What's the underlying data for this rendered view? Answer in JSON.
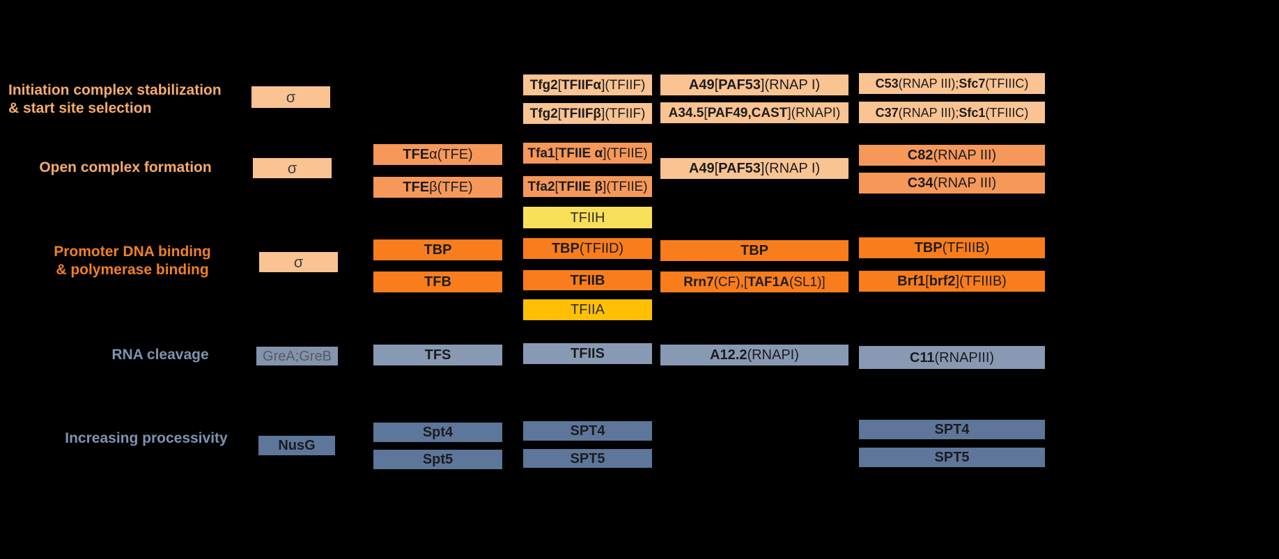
{
  "diagram_title": "",
  "palette": {
    "background": "#000000",
    "peach": "#fac392",
    "medium_orange": "#f6985a",
    "bright_orange": "#f97d1c",
    "yellow": "#fae059",
    "gold": "#ffc003",
    "blue_gray": "#8899b3",
    "dark_blue": "#5d7699",
    "label_orange": "#f6ac6c",
    "label_bright_orange": "#f08122",
    "label_blue": "#7e93b0"
  },
  "row_labels": [
    {
      "lines": [
        "Initiation complex stabilization",
        "& start site selection"
      ],
      "color": "#f6ac6c"
    },
    {
      "lines": [
        "Open complex formation"
      ],
      "color": "#f6ac6c"
    },
    {
      "lines": [
        "Promoter DNA binding",
        "& polymerase binding"
      ],
      "color": "#f08122"
    },
    {
      "lines": [
        "RNA cleavage"
      ],
      "color": "#7e93b0"
    },
    {
      "lines": [
        "Increasing processivity"
      ],
      "color": "#7e93b0"
    }
  ],
  "boxes": [
    {
      "id": "sigma-initiation",
      "segments": [
        [
          "σ",
          0
        ]
      ]
    },
    {
      "id": "tfg2-tfiif-alpha",
      "segments": [
        [
          "Tfg2",
          1
        ],
        [
          "[",
          0
        ],
        [
          "TFIIFα",
          1
        ],
        [
          "]",
          0
        ],
        [
          "(TFIIF)",
          0
        ]
      ]
    },
    {
      "id": "tfg2-tfiif-beta",
      "segments": [
        [
          "Tfg2",
          1
        ],
        [
          "[",
          0
        ],
        [
          "TFIIFβ",
          1
        ],
        [
          "]",
          0
        ],
        [
          "(TFIIF)",
          0
        ]
      ]
    },
    {
      "id": "a49-paf53-initiation",
      "segments": [
        [
          "A49",
          1
        ],
        [
          "[",
          0
        ],
        [
          "PAF53",
          1
        ],
        [
          "]",
          0
        ],
        [
          "(RNAP I)",
          0
        ]
      ]
    },
    {
      "id": "a34-5-paf49-cast",
      "segments": [
        [
          "A34.5",
          1
        ],
        [
          "[",
          0
        ],
        [
          "PAF49,CAST",
          1
        ],
        [
          "]",
          0
        ],
        [
          "(RNAPI)",
          0
        ]
      ]
    },
    {
      "id": "c53-sfc7",
      "segments": [
        [
          "C53",
          1
        ],
        [
          "(RNAP III);",
          0
        ],
        [
          "Sfc7",
          1
        ],
        [
          "(TFIIIC)",
          0
        ]
      ]
    },
    {
      "id": "c37-sfc1",
      "segments": [
        [
          "C37",
          1
        ],
        [
          "(RNAP III);",
          0
        ],
        [
          "Sfc1",
          1
        ],
        [
          "(TFIIIC)",
          0
        ]
      ]
    },
    {
      "id": "sigma-open-complex",
      "segments": [
        [
          "σ",
          0
        ]
      ]
    },
    {
      "id": "tfe-alpha",
      "segments": [
        [
          "TFE ",
          1
        ],
        [
          "α",
          0
        ],
        [
          "(TFE)",
          0
        ]
      ]
    },
    {
      "id": "tfe-beta",
      "segments": [
        [
          "TFE ",
          1
        ],
        [
          "β",
          0
        ],
        [
          "(TFE)",
          0
        ]
      ]
    },
    {
      "id": "tfa1-tfiie-alpha",
      "segments": [
        [
          "Tfa1",
          1
        ],
        [
          "[",
          0
        ],
        [
          "TFIIE α",
          1
        ],
        [
          "]",
          0
        ],
        [
          "(TFIIE)",
          0
        ]
      ]
    },
    {
      "id": "tfa2-tfiie-beta",
      "segments": [
        [
          "Tfa2",
          1
        ],
        [
          "[",
          0
        ],
        [
          "TFIIE β",
          1
        ],
        [
          "]",
          0
        ],
        [
          "(TFIIE)",
          0
        ]
      ]
    },
    {
      "id": "a49-paf53-open",
      "segments": [
        [
          "A49",
          1
        ],
        [
          "[",
          0
        ],
        [
          "PAF53",
          1
        ],
        [
          "]",
          0
        ],
        [
          "(RNAP I)",
          0
        ]
      ]
    },
    {
      "id": "c82",
      "segments": [
        [
          "C82",
          1
        ],
        [
          "(RNAP III)",
          0
        ]
      ]
    },
    {
      "id": "c34",
      "segments": [
        [
          "C34",
          1
        ],
        [
          "(RNAP III)",
          0
        ]
      ]
    },
    {
      "id": "tfiih",
      "segments": [
        [
          "TFIIH",
          0
        ]
      ]
    },
    {
      "id": "sigma-promoter",
      "segments": [
        [
          "σ",
          0
        ]
      ]
    },
    {
      "id": "tbp-archaea",
      "segments": [
        [
          "TBP",
          1
        ]
      ]
    },
    {
      "id": "tfb",
      "segments": [
        [
          "TFB",
          1
        ]
      ]
    },
    {
      "id": "tbp-tfiid",
      "segments": [
        [
          "TBP",
          1
        ],
        [
          "(TFIID)",
          0
        ]
      ]
    },
    {
      "id": "tfiib",
      "segments": [
        [
          "TFIIB",
          1
        ]
      ]
    },
    {
      "id": "tbp-rnap1",
      "segments": [
        [
          "TBP",
          1
        ]
      ]
    },
    {
      "id": "rrn7-taf1a",
      "segments": [
        [
          "Rrn7",
          1
        ],
        [
          "(CF),[",
          0
        ],
        [
          "TAF1A",
          1
        ],
        [
          "(SL1)]",
          0
        ]
      ]
    },
    {
      "id": "tbp-tfiiib",
      "segments": [
        [
          "TBP",
          1
        ],
        [
          "(TFIIIB)",
          0
        ]
      ]
    },
    {
      "id": "brf1-brf2",
      "segments": [
        [
          "Brf1",
          1
        ],
        [
          "[",
          0
        ],
        [
          "brf2",
          1
        ],
        [
          "]",
          0
        ],
        [
          "(TFIIIB)",
          0
        ]
      ]
    },
    {
      "id": "tfiia",
      "segments": [
        [
          "TFIIA",
          0
        ]
      ]
    },
    {
      "id": "grea-greb",
      "segments": [
        [
          "GreA;GreB",
          0
        ]
      ]
    },
    {
      "id": "tfs",
      "segments": [
        [
          "TFS",
          1
        ]
      ]
    },
    {
      "id": "tfiis",
      "segments": [
        [
          "TFIIS",
          1
        ]
      ]
    },
    {
      "id": "a12-2",
      "segments": [
        [
          "A12.2",
          1
        ],
        [
          "(RNAPI)",
          0
        ]
      ]
    },
    {
      "id": "c11",
      "segments": [
        [
          "C11",
          1
        ],
        [
          "(RNAPIII)",
          0
        ]
      ]
    },
    {
      "id": "nusg",
      "segments": [
        [
          "NusG",
          1
        ]
      ]
    },
    {
      "id": "spt4-archaea",
      "segments": [
        [
          "Spt4",
          1
        ]
      ]
    },
    {
      "id": "spt5-archaea",
      "segments": [
        [
          "Spt5",
          1
        ]
      ]
    },
    {
      "id": "spt4-rnap2",
      "segments": [
        [
          "SPT4",
          1
        ]
      ]
    },
    {
      "id": "spt5-rnap2",
      "segments": [
        [
          "SPT5",
          1
        ]
      ]
    },
    {
      "id": "spt4-rnap3",
      "segments": [
        [
          "SPT4",
          1
        ]
      ]
    },
    {
      "id": "spt5-rnap3",
      "segments": [
        [
          "SPT5",
          1
        ]
      ]
    }
  ]
}
